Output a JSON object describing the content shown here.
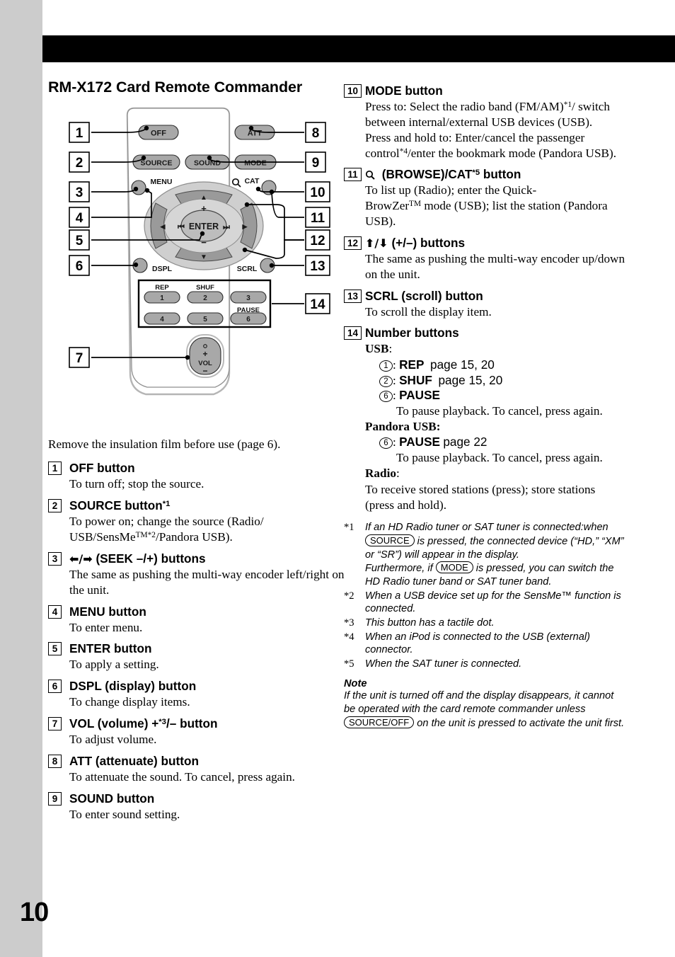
{
  "page": {
    "number": "10"
  },
  "title": "RM-X172 Card Remote Commander",
  "lead": "Remove the insulation film before use (page 6).",
  "diagram": {
    "callouts_left": [
      "1",
      "2",
      "3",
      "4",
      "5",
      "6",
      "7"
    ],
    "callouts_right": [
      "8",
      "9",
      "10",
      "11",
      "12",
      "13",
      "14"
    ],
    "buttons": {
      "off": "OFF",
      "att": "ATT",
      "source": "SOURCE",
      "sound": "SOUND",
      "mode": "MODE",
      "menu": "MENU",
      "browse_cat": "CAT",
      "enter": "ENTER",
      "dspl": "DSPL",
      "scrl": "SCRL",
      "vol": "VOL",
      "plus": "+",
      "minus": "−",
      "seek_prev": "⏮",
      "seek_next": "⏭"
    },
    "numpad": {
      "labels": {
        "rep": "REP",
        "shuf": "SHUF",
        "pause": "PAUSE"
      },
      "keys": [
        "1",
        "2",
        "3",
        "4",
        "5",
        "6"
      ]
    }
  },
  "entries_left": [
    {
      "num": "1",
      "head": "OFF button",
      "body": "To turn off; stop the source."
    },
    {
      "num": "2",
      "head": "SOURCE button",
      "head_sup": "*1",
      "body": "To power on; change the source (Radio/ USB/SensMe™*2/Pandora USB)."
    },
    {
      "num": "3",
      "head": "←/→ (SEEK −/+) buttons",
      "body": "The same as pushing the multi-way encoder left/right on the unit."
    },
    {
      "num": "4",
      "head": "MENU button",
      "body": "To enter menu."
    },
    {
      "num": "5",
      "head": "ENTER button",
      "body": "To apply a setting."
    },
    {
      "num": "6",
      "head": "DSPL (display) button",
      "body": "To change display items."
    },
    {
      "num": "7",
      "head": "VOL (volume) +*3/− button",
      "body": "To adjust volume."
    },
    {
      "num": "8",
      "head": "ATT (attenuate) button",
      "body": "To attenuate the sound. To cancel, press again."
    },
    {
      "num": "9",
      "head": "SOUND button",
      "body": "To enter sound setting."
    }
  ],
  "entries_right": [
    {
      "num": "10",
      "head": "MODE button",
      "body": "Press to: Select the radio band (FM/AM)*1/ switch between internal/external USB devices (USB). Press and hold to: Enter/cancel the passenger control*4/enter the bookmark mode (Pandora USB)."
    },
    {
      "num": "11",
      "head": "(BROWSE)/CAT*5 button",
      "body": "To list up (Radio); enter the Quick-BrowZer™ mode (USB); list the station (Pandora USB)."
    },
    {
      "num": "12",
      "head": "↑/↓ (+/−) buttons",
      "body": "The same as pushing the multi-way encoder up/down on the unit."
    },
    {
      "num": "13",
      "head": "SCRL (scroll) button",
      "body": "To scroll the display item."
    }
  ],
  "number_buttons": {
    "num": "14",
    "head": "Number buttons",
    "usb_label": "USB",
    "usb_items": [
      {
        "key": "1",
        "label": "REP",
        "page": "page 15, 20"
      },
      {
        "key": "2",
        "label": "SHUF",
        "page": "page 15, 20"
      },
      {
        "key": "6",
        "label": "PAUSE",
        "page": "",
        "detail": "To pause playback. To cancel, press again."
      }
    ],
    "pandora_label": "Pandora USB:",
    "pandora_items": [
      {
        "key": "6",
        "label": "PAUSE",
        "page": "page 22",
        "detail": "To pause playback. To cancel, press again."
      }
    ],
    "radio_label": "Radio",
    "radio_body": "To receive stored stations (press); store stations (press and hold)."
  },
  "footnotes": [
    {
      "mark": "*1",
      "parts": [
        {
          "t": "If an HD Radio tuner or SAT tuner is connected:when "
        },
        {
          "pill": "SOURCE"
        },
        {
          "t": " is pressed, the connected device (“HD,” “XM” or “SR”) will appear in the display."
        }
      ],
      "line2_parts": [
        {
          "t": "Furthermore, if "
        },
        {
          "pill": "MODE"
        },
        {
          "t": " is pressed, you can switch the HD Radio tuner band or SAT tuner band."
        }
      ]
    },
    {
      "mark": "*2",
      "text": "When a USB device set up for the SensMe™ function is connected."
    },
    {
      "mark": "*3",
      "text": "This button has a tactile dot."
    },
    {
      "mark": "*4",
      "text": "When an iPod is connected to the USB (external) connector."
    },
    {
      "mark": "*5",
      "text": "When the SAT tuner is connected."
    }
  ],
  "note": {
    "heading": "Note",
    "parts": [
      {
        "t": "If the unit is turned off and the display disappears, it cannot be operated with the card remote commander unless "
      },
      {
        "pill": "SOURCE/OFF"
      },
      {
        "t": " on the unit is pressed to activate the unit first."
      }
    ]
  },
  "colors": {
    "edge_bar": "#cccccc",
    "header_bar": "#000000",
    "button_fill": "#a8a8a8",
    "dpad_outer": "#cfcfcf",
    "dpad_seg": "#9a9a9a"
  }
}
